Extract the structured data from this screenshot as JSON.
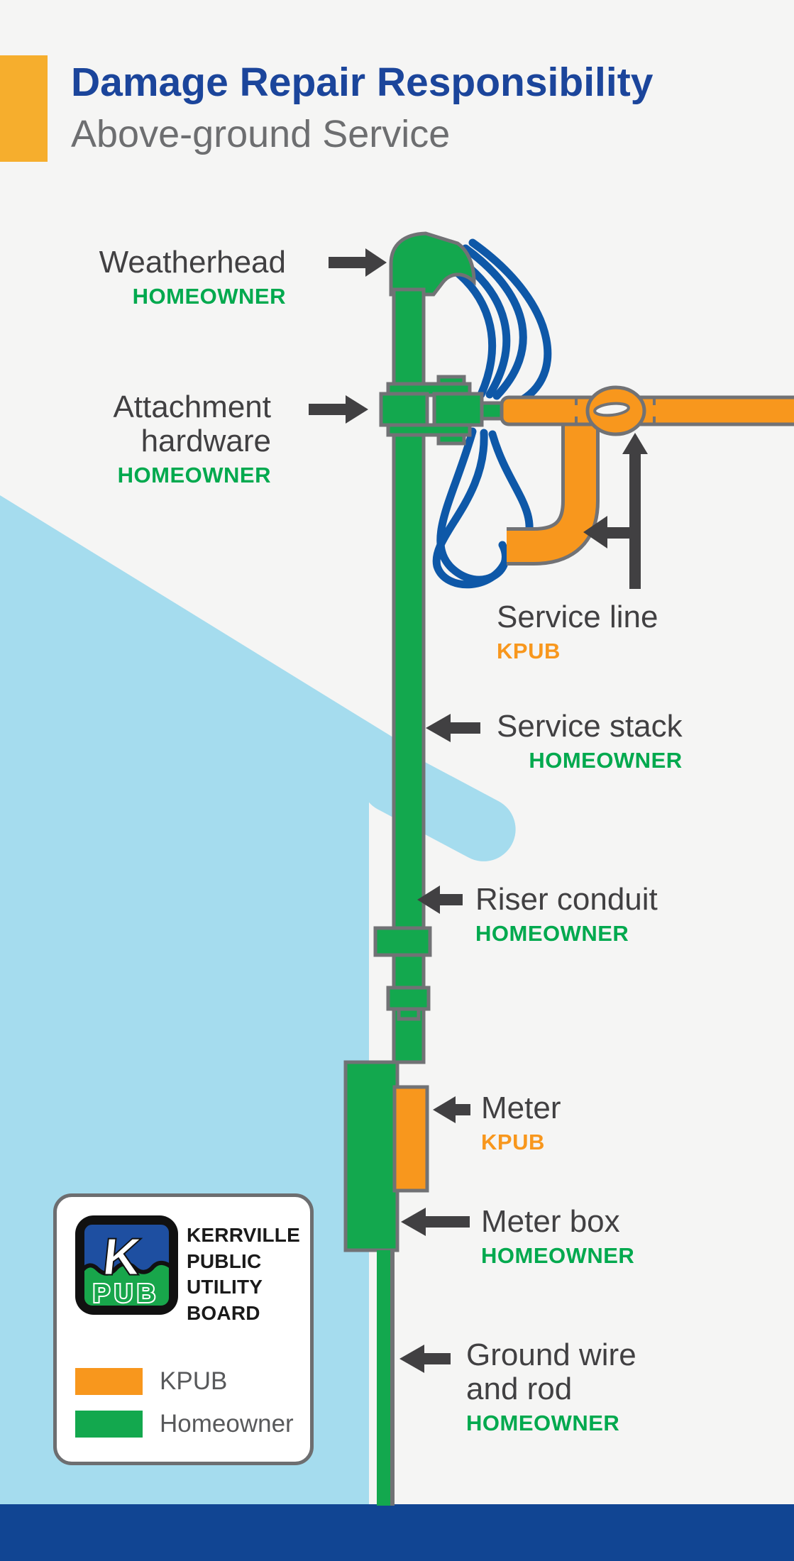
{
  "header": {
    "title": "Damage Repair Responsibility",
    "subtitle": "Above-ground Service"
  },
  "diagram": {
    "labels": {
      "weatherhead": {
        "name": "Weatherhead",
        "owner": "HOMEOWNER"
      },
      "attachment": {
        "lines": [
          "Attachment",
          "hardware"
        ],
        "owner": "HOMEOWNER"
      },
      "service_line": {
        "name": "Service line",
        "owner": "KPUB"
      },
      "service_stack": {
        "name": "Service stack",
        "owner": "HOMEOWNER"
      },
      "riser_conduit": {
        "name": "Riser conduit",
        "owner": "HOMEOWNER"
      },
      "meter": {
        "name": "Meter",
        "owner": "KPUB"
      },
      "meter_box": {
        "name": "Meter box",
        "owner": "HOMEOWNER"
      },
      "ground_wire": {
        "lines": [
          "Ground wire",
          "and rod"
        ],
        "owner": "HOMEOWNER"
      }
    }
  },
  "logo": {
    "mark_letter": "K",
    "mark_sub": "PUB",
    "org_lines": [
      "KERRVILLE",
      "PUBLIC",
      "UTILITY",
      "BOARD"
    ]
  },
  "legend": {
    "kpub": {
      "label": "KPUB",
      "color": "#F8971D"
    },
    "homeowner": {
      "label": "Homeowner",
      "color": "#13A84E"
    }
  },
  "colors": {
    "background": "#F5F5F4",
    "title_blue": "#1B459B",
    "subtitle_gray": "#6D6E70",
    "label_dark": "#414042",
    "homeowner_green": "#13A84E",
    "homeowner_text_green": "#00A94E",
    "kpub_orange": "#F8971D",
    "header_orange": "#F6AE2D",
    "house_light_blue": "#A5DCEE",
    "bottom_bar_blue": "#114593",
    "wire_blue": "#0E58A8",
    "outline_gray": "#717275",
    "logo_blue": "#1E4FA1",
    "logo_green": "#18A64B"
  }
}
